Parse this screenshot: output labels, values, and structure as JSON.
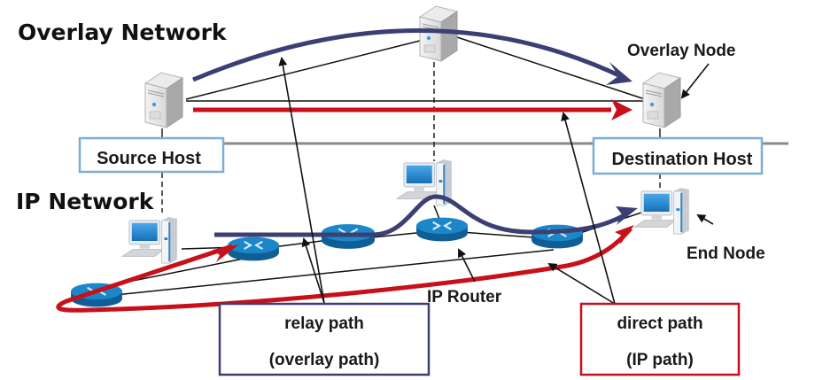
{
  "layers": {
    "overlay_title": "Overlay Network",
    "ip_title": "IP Network"
  },
  "hosts": {
    "source": "Source Host",
    "destination": "Destination Host"
  },
  "annotations": {
    "overlay_node": "Overlay Node",
    "end_node": "End Node",
    "ip_router": "IP Router"
  },
  "legend": {
    "relay": {
      "line1": "relay path",
      "line2": "(overlay path)"
    },
    "direct": {
      "line1": "direct path",
      "line2": "(IP path)"
    }
  },
  "colors": {
    "relay_path": "#3b3f74",
    "direct_path": "#c8101a",
    "host_box_border": "#7aaed6",
    "router": "#1b87c9",
    "router_dark": "#0f5f96"
  },
  "icons": {
    "overlay_nodes": [
      "server-icon",
      "server-icon",
      "server-icon"
    ],
    "end_nodes": [
      "desktop-computer-icon",
      "desktop-computer-icon",
      "desktop-computer-icon"
    ],
    "routers": [
      "router-icon",
      "router-icon",
      "router-icon",
      "router-icon",
      "router-icon"
    ]
  }
}
